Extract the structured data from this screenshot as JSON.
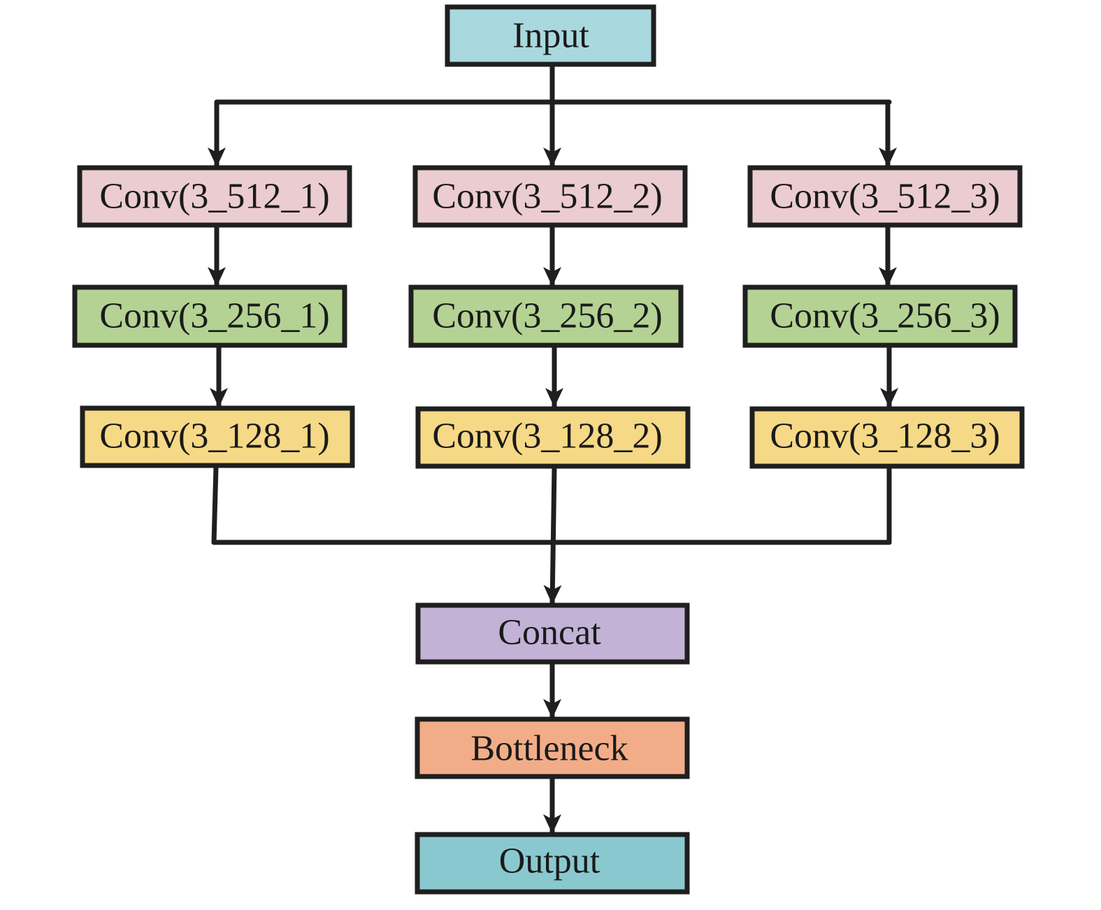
{
  "colors": {
    "input": "#a9d8df",
    "conv512": "#ebccd1",
    "conv256": "#b3d293",
    "conv128": "#f6d986",
    "concat": "#c1b2d6",
    "bottleneck": "#f2ad88",
    "output": "#8ac8cf",
    "stroke": "#1f1f1f"
  },
  "nodes": {
    "input": "Input",
    "conv512_1": "Conv(3_512_1)",
    "conv512_2": "Conv(3_512_2)",
    "conv512_3": "Conv(3_512_3)",
    "conv256_1": "Conv(3_256_1)",
    "conv256_2": "Conv(3_256_2)",
    "conv256_3": "Conv(3_256_3)",
    "conv128_1": "Conv(3_128_1)",
    "conv128_2": "Conv(3_128_2)",
    "conv128_3": "Conv(3_128_3)",
    "concat": "Concat",
    "bottleneck": "Bottleneck",
    "output": "Output"
  }
}
